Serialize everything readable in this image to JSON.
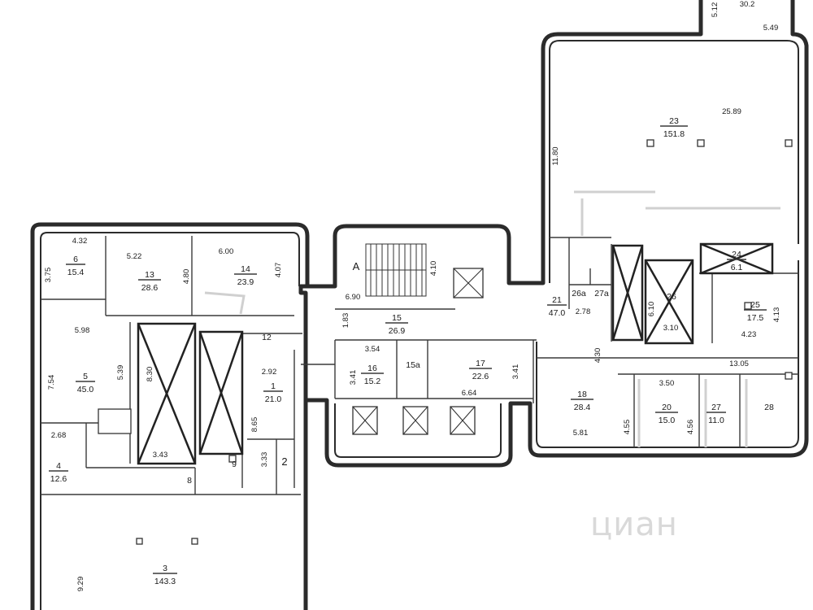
{
  "rooms": [
    {
      "id": "r1",
      "number": "1",
      "area": "21.0"
    },
    {
      "id": "r2",
      "number": "2",
      "area": ""
    },
    {
      "id": "r3",
      "number": "3",
      "area": "143.3"
    },
    {
      "id": "r4",
      "number": "4",
      "area": "12.6"
    },
    {
      "id": "r5",
      "number": "5",
      "area": "45.0"
    },
    {
      "id": "r6",
      "number": "6",
      "area": "15.4"
    },
    {
      "id": "r8",
      "number": "8",
      "area": ""
    },
    {
      "id": "r9",
      "number": "9",
      "area": ""
    },
    {
      "id": "r12",
      "number": "12",
      "area": ""
    },
    {
      "id": "r13",
      "number": "13",
      "area": "28.6"
    },
    {
      "id": "r14",
      "number": "14",
      "area": "23.9"
    },
    {
      "id": "r15",
      "number": "15",
      "area": "26.9"
    },
    {
      "id": "r16",
      "number": "16",
      "area": "15.2"
    },
    {
      "id": "r15a",
      "number": "15а",
      "area": ""
    },
    {
      "id": "r17",
      "number": "17",
      "area": "22.6"
    },
    {
      "id": "r18",
      "number": "18",
      "area": "28.4"
    },
    {
      "id": "r20",
      "number": "20",
      "area": "15.0"
    },
    {
      "id": "r21",
      "number": "21",
      "area": "47.0"
    },
    {
      "id": "r23",
      "number": "23",
      "area": "151.8"
    },
    {
      "id": "r24",
      "number": "24",
      "area": "6.1"
    },
    {
      "id": "r25",
      "number": "25",
      "area": "17.5"
    },
    {
      "id": "r26",
      "number": "26",
      "area": ""
    },
    {
      "id": "r26a",
      "number": "26а",
      "area": ""
    },
    {
      "id": "r27",
      "number": "27",
      "area": "11.0"
    },
    {
      "id": "r27a",
      "number": "27а",
      "area": ""
    },
    {
      "id": "r28",
      "number": "28",
      "area": ""
    },
    {
      "id": "rA",
      "number": "А",
      "area": ""
    }
  ],
  "dimensions": [
    "5.12",
    "30.2",
    "5.49",
    "25.89",
    "11.80",
    "4.32",
    "5.22",
    "6.00",
    "3.75",
    "4.80",
    "4.07",
    "5.98",
    "5.39",
    "7.54",
    "8.30",
    "2.92",
    "8.65",
    "2.68",
    "3.43",
    "3.33",
    "9.29",
    "6.90",
    "4.10",
    "1.83",
    "3.54",
    "3.41",
    "3.41",
    "6.64",
    "2.78",
    "6.10",
    "3.10",
    "4.13",
    "4.23",
    "4.30",
    "13.05",
    "3.50",
    "4.55",
    "4.56",
    "5.81"
  ],
  "watermark": "циан"
}
